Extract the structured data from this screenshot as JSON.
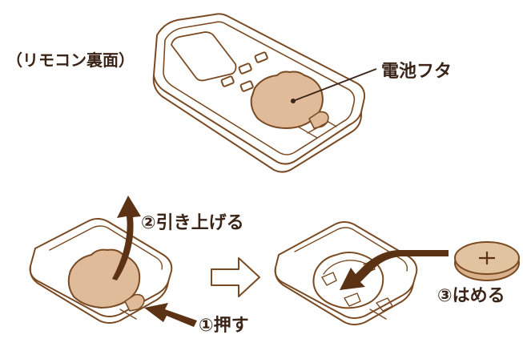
{
  "labels": {
    "remote_back": "（リモコン裏面）",
    "battery_cover": "電池フタ",
    "step_lift": "②引き上げる",
    "step_push": "①押す",
    "step_insert": "③はめる"
  },
  "colors": {
    "outline": "#7a4a22",
    "cover_fill": "#dfbb9a",
    "battery_fill": "#e2c39f",
    "arrow_fill": "#5b3214",
    "text": "#3a2518",
    "background": "#ffffff"
  }
}
